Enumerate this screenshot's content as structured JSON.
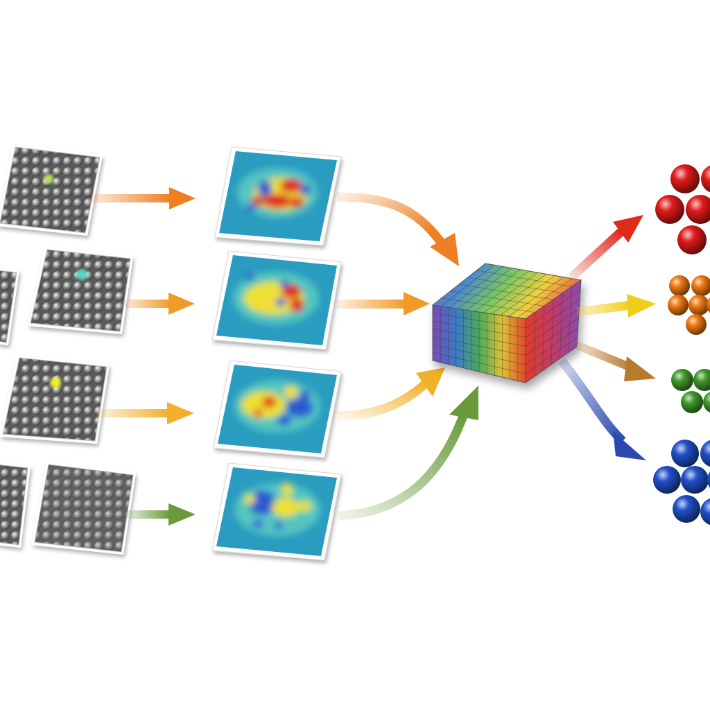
{
  "diagram": {
    "input_panels": [
      {
        "id": "row1",
        "spot_color": "#b8e060"
      },
      {
        "id": "row2",
        "spot_color": "#55d8c8"
      },
      {
        "id": "row3",
        "spot_color": "#f2ee30"
      },
      {
        "id": "row4",
        "spot_color": ""
      }
    ],
    "heatmaps": [
      {
        "id": "row1",
        "dominant": "red"
      },
      {
        "id": "row2",
        "dominant": "yellow-red"
      },
      {
        "id": "row3",
        "dominant": "yellow-blue"
      },
      {
        "id": "row4",
        "dominant": "blue-yellow"
      }
    ],
    "clusters": [
      {
        "id": "red-cluster",
        "color": "#e11a1a"
      },
      {
        "id": "orange-cluster",
        "color": "#f07a12"
      },
      {
        "id": "green-cluster",
        "color": "#3f9a2a"
      },
      {
        "id": "blue-cluster",
        "color": "#2050c8"
      }
    ],
    "colors": {
      "row_arrows": [
        "#ee7f22",
        "#f29a28",
        "#f2b02a",
        "#6a9a3c"
      ],
      "out_arrows": [
        "#e02a1a",
        "#f2cc1a",
        "#b87a2e",
        "#2a48b0"
      ],
      "heatmap_base": "#2a9cc0"
    }
  }
}
